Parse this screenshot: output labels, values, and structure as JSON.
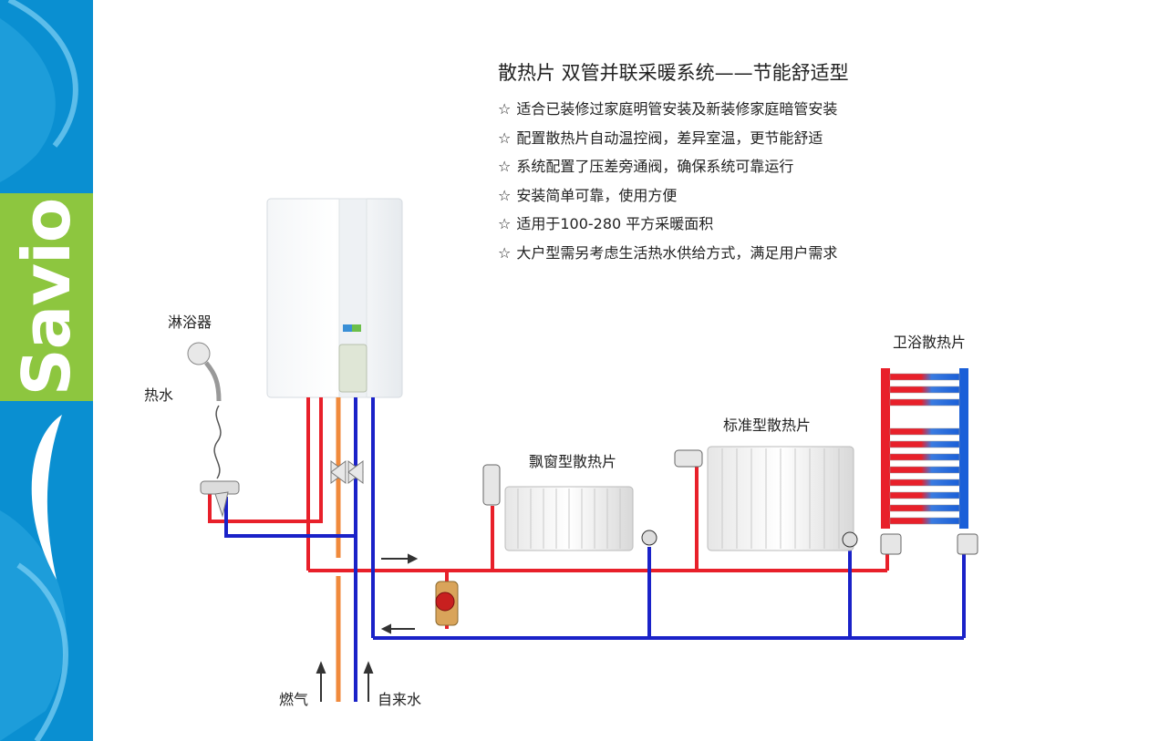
{
  "brand": {
    "logo_text": "Savio"
  },
  "title": "散热片 双管并联采暖系统——节能舒适型",
  "features": [
    "适合已装修过家庭明管安装及新装修家庭暗管安装",
    "配置散热片自动温控阀，差异室温，更节能舒适",
    "系统配置了压差旁通阀，确保系统可靠运行",
    "安装简单可靠，使用方便",
    "适用于100-280 平方采暖面积",
    "大户型需另考虑生活热水供给方式，满足用户需求"
  ],
  "bullet_symbol": "☆",
  "labels": {
    "shower": "淋浴器",
    "hot_water": "热水",
    "bay_window_radiator": "飘窗型散热片",
    "standard_radiator": "标准型散热片",
    "bathroom_radiator": "卫浴散热片",
    "gas": "燃气",
    "tap_water": "自来水"
  },
  "colors": {
    "sidebar_blue": "#0a8fd1",
    "logo_green": "#8dc63f",
    "hot_pipe": "#e8202a",
    "return_pipe": "#1a22c8",
    "gas_pipe": "#f08a3c"
  }
}
